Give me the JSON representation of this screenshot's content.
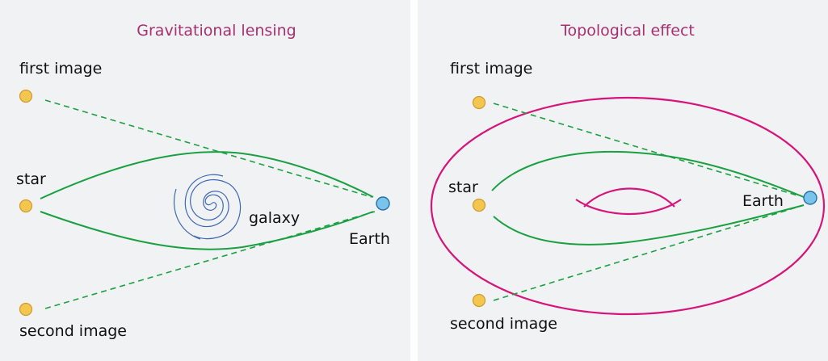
{
  "panels": [
    {
      "title": "Gravitational lensing",
      "labels": {
        "first_image": "first image",
        "star": "star",
        "galaxy": "galaxy",
        "earth": "Earth",
        "second_image": "second image"
      }
    },
    {
      "title": "Topological effect",
      "labels": {
        "first_image": "first image",
        "star": "star",
        "earth": "Earth",
        "second_image": "second image"
      }
    }
  ],
  "colors": {
    "panel_background": "#f1f2f4",
    "title": "#a63070",
    "light_paths": "#1aa040",
    "star_marker": "#f3c64f",
    "earth_marker": "#79c4ec",
    "galaxy_spiral": "#3d68b5",
    "torus": "#d6157a"
  }
}
